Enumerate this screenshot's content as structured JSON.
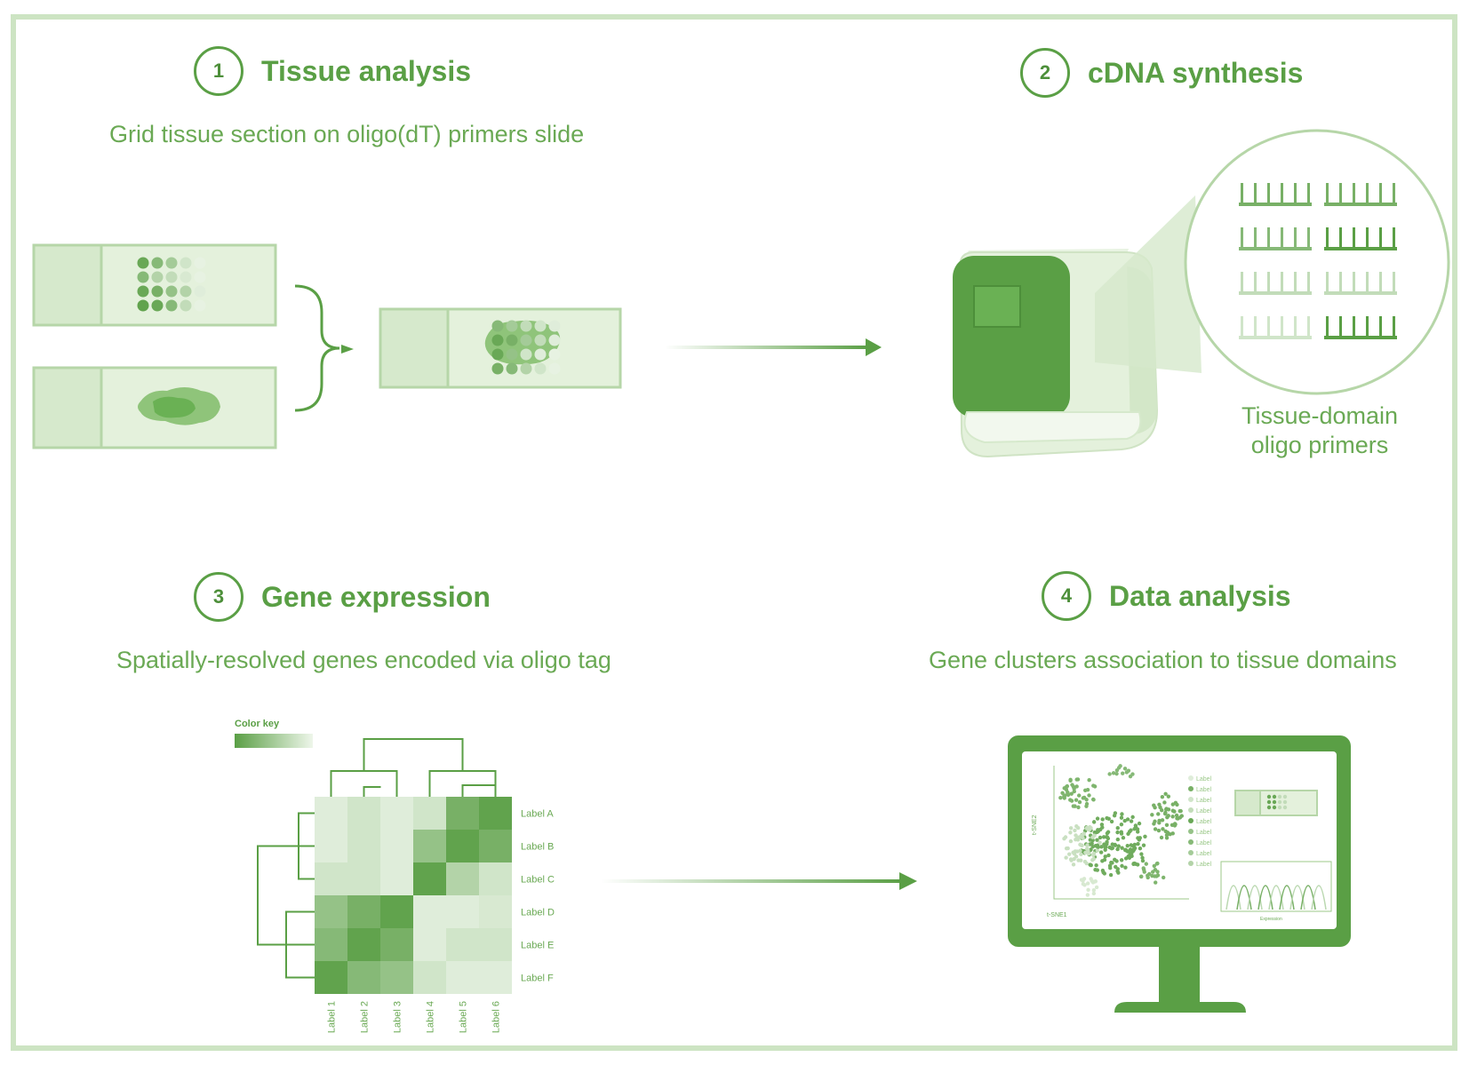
{
  "steps": [
    {
      "number": "1",
      "title": "Tissue analysis",
      "subtitle": "Grid tissue section on oligo(dT) primers slide"
    },
    {
      "number": "2",
      "title": "cDNA synthesis",
      "caption_line1": "Tissue-domain",
      "caption_line2": "oligo primers"
    },
    {
      "number": "3",
      "title": "Gene expression",
      "subtitle": "Spatially-resolved genes encoded via oligo tag"
    },
    {
      "number": "4",
      "title": "Data analysis",
      "subtitle": "Gene clusters association to tissue domains"
    }
  ],
  "heatmap": {
    "color_key_label": "Color key",
    "row_labels": [
      "Label A",
      "Label B",
      "Label C",
      "Label D",
      "Label E",
      "Label F"
    ],
    "col_labels": [
      "Label 1",
      "Label 2",
      "Label 3",
      "Label 4",
      "Label 5",
      "Label 6"
    ],
    "values": [
      [
        0.1,
        0.2,
        0.1,
        0.2,
        0.8,
        0.95
      ],
      [
        0.1,
        0.2,
        0.1,
        0.6,
        0.95,
        0.8
      ],
      [
        0.2,
        0.2,
        0.1,
        0.95,
        0.4,
        0.2
      ],
      [
        0.6,
        0.8,
        0.95,
        0.1,
        0.1,
        0.15
      ],
      [
        0.7,
        0.95,
        0.8,
        0.1,
        0.2,
        0.2
      ],
      [
        0.95,
        0.7,
        0.6,
        0.2,
        0.1,
        0.1
      ]
    ]
  },
  "monitor": {
    "tsne_xlabel": "t-SNE1",
    "tsne_ylabel": "t-SNE2",
    "legend_items": [
      "Label",
      "Label",
      "Label",
      "Label",
      "Label",
      "Label",
      "Label",
      "Label",
      "Label"
    ],
    "density_xlabel": "Expression"
  },
  "colors": {
    "primary": "#5a9f45",
    "light": "#cde4c3",
    "pale": "#e4f1dc"
  }
}
